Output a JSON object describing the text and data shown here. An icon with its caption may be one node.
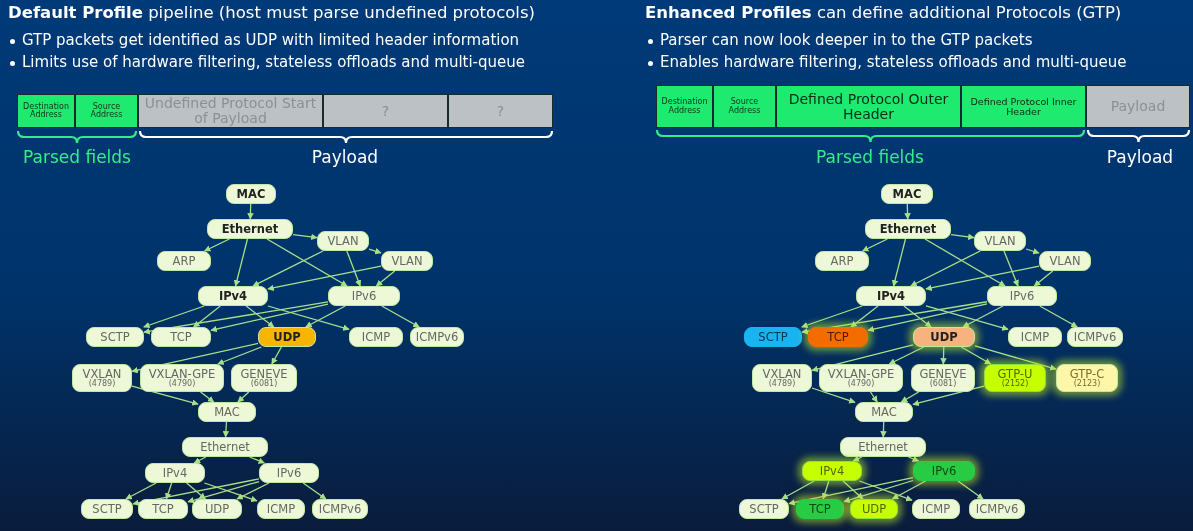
{
  "diagram": {
    "nodes": [
      {
        "text": [
          "Destination Address"
        ]
      },
      {
        "text": [
          "Source Address"
        ]
      },
      {
        "text": [
          "Undefined Protocol Start of Payload"
        ]
      },
      {
        "text": [
          "?"
        ]
      },
      {
        "text": [
          "?"
        ]
      },
      {
        "text": [
          "Destination Address"
        ]
      },
      {
        "text": [
          "Source Address"
        ]
      },
      {
        "text": [
          "Defined Protocol Outer Header"
        ]
      },
      {
        "text": [
          "Defined Protocol Inner Header"
        ]
      },
      {
        "text": [
          "Payload"
        ]
      },
      {
        "text": [
          "MAC"
        ]
      },
      {
        "text": [
          "Ethernet"
        ]
      },
      {
        "text": [
          "VLAN"
        ]
      },
      {
        "text": [
          "ARP"
        ]
      },
      {
        "text": [
          "VLAN"
        ]
      },
      {
        "text": [
          "IPv4"
        ]
      },
      {
        "text": [
          "IPv6"
        ]
      },
      {
        "text": [
          "SCTP"
        ]
      },
      {
        "text": [
          "TCP"
        ]
      },
      {
        "text": [
          "UDP"
        ]
      },
      {
        "text": [
          "ICMP"
        ]
      },
      {
        "text": [
          "ICMPv6"
        ]
      },
      {
        "text": [
          "VXLAN",
          "(4789)"
        ]
      },
      {
        "text": [
          "VXLAN-GPE",
          "(4790)"
        ]
      },
      {
        "text": [
          "GENEVE",
          "(6081)"
        ]
      },
      {
        "text": [
          "MAC"
        ]
      },
      {
        "text": [
          "Ethernet"
        ]
      },
      {
        "text": [
          "IPv4"
        ]
      },
      {
        "text": [
          "IPv6"
        ]
      },
      {
        "text": [
          "SCTP"
        ]
      },
      {
        "text": [
          "TCP"
        ]
      },
      {
        "text": [
          "UDP"
        ]
      },
      {
        "text": [
          "ICMP"
        ]
      },
      {
        "text": [
          "ICMPv6"
        ]
      },
      {
        "text": [
          "MAC"
        ]
      },
      {
        "text": [
          "Ethernet"
        ]
      },
      {
        "text": [
          "VLAN"
        ]
      },
      {
        "text": [
          "ARP"
        ]
      },
      {
        "text": [
          "VLAN"
        ]
      },
      {
        "text": [
          "IPv4"
        ]
      },
      {
        "text": [
          "IPv6"
        ]
      },
      {
        "text": [
          "SCTP"
        ]
      },
      {
        "text": [
          "TCP"
        ]
      },
      {
        "text": [
          "UDP"
        ]
      },
      {
        "text": [
          "ICMP"
        ]
      },
      {
        "text": [
          "ICMPv6"
        ]
      },
      {
        "text": [
          "VXLAN",
          "(4789)"
        ]
      },
      {
        "text": [
          "VXLAN-GPE",
          "(4790)"
        ]
      },
      {
        "text": [
          "GENEVE",
          "(6081)"
        ]
      },
      {
        "text": [
          "GTP-U",
          "(2152)"
        ]
      },
      {
        "text": [
          "GTP-C",
          "(2123)"
        ]
      },
      {
        "text": [
          "MAC"
        ]
      },
      {
        "text": [
          "Ethernet"
        ]
      },
      {
        "text": [
          "IPv4"
        ]
      },
      {
        "text": [
          "IPv6"
        ]
      },
      {
        "text": [
          "SCTP"
        ]
      },
      {
        "text": [
          "TCP"
        ]
      },
      {
        "text": [
          "UDP"
        ]
      },
      {
        "text": [
          "ICMP"
        ]
      },
      {
        "text": [
          "ICMPv6"
        ]
      }
    ],
    "edges": [
      {
        "from": 10,
        "to": 11,
        "arrow": "to"
      },
      {
        "from": 11,
        "to": 12,
        "arrow": "to"
      },
      {
        "from": 11,
        "to": 13,
        "arrow": "to"
      },
      {
        "from": 11,
        "to": 15,
        "arrow": "to"
      },
      {
        "from": 11,
        "to": 16,
        "arrow": "to"
      },
      {
        "from": 12,
        "to": 14,
        "arrow": "to"
      },
      {
        "from": 12,
        "to": 15,
        "arrow": "to"
      },
      {
        "from": 12,
        "to": 16,
        "arrow": "to"
      },
      {
        "from": 14,
        "to": 15,
        "arrow": "to"
      },
      {
        "from": 14,
        "to": 16,
        "arrow": "to"
      },
      {
        "from": 15,
        "to": 17,
        "arrow": "to"
      },
      {
        "from": 15,
        "to": 18,
        "arrow": "to"
      },
      {
        "from": 15,
        "to": 19,
        "arrow": "to"
      },
      {
        "from": 15,
        "to": 20,
        "arrow": "to"
      },
      {
        "from": 16,
        "to": 17,
        "arrow": "to"
      },
      {
        "from": 16,
        "to": 18,
        "arrow": "to"
      },
      {
        "from": 16,
        "to": 19,
        "arrow": "to"
      },
      {
        "from": 16,
        "to": 21,
        "arrow": "to"
      },
      {
        "from": 19,
        "to": 22,
        "arrow": "to"
      },
      {
        "from": 19,
        "to": 23,
        "arrow": "to"
      },
      {
        "from": 19,
        "to": 24,
        "arrow": "to"
      },
      {
        "from": 22,
        "to": 25,
        "arrow": "to"
      },
      {
        "from": 23,
        "to": 25,
        "arrow": "to"
      },
      {
        "from": 24,
        "to": 25,
        "arrow": "to"
      },
      {
        "from": 25,
        "to": 26,
        "arrow": "to"
      },
      {
        "from": 26,
        "to": 27,
        "arrow": "to"
      },
      {
        "from": 26,
        "to": 28,
        "arrow": "to"
      },
      {
        "from": 27,
        "to": 29,
        "arrow": "to"
      },
      {
        "from": 27,
        "to": 30,
        "arrow": "to"
      },
      {
        "from": 27,
        "to": 31,
        "arrow": "to"
      },
      {
        "from": 27,
        "to": 32,
        "arrow": "to"
      },
      {
        "from": 28,
        "to": 29,
        "arrow": "to"
      },
      {
        "from": 28,
        "to": 30,
        "arrow": "to"
      },
      {
        "from": 28,
        "to": 31,
        "arrow": "to"
      },
      {
        "from": 28,
        "to": 33,
        "arrow": "to"
      },
      {
        "from": 34,
        "to": 35,
        "arrow": "to"
      },
      {
        "from": 35,
        "to": 36,
        "arrow": "to"
      },
      {
        "from": 35,
        "to": 37,
        "arrow": "to"
      },
      {
        "from": 35,
        "to": 39,
        "arrow": "to"
      },
      {
        "from": 35,
        "to": 40,
        "arrow": "to"
      },
      {
        "from": 36,
        "to": 38,
        "arrow": "to"
      },
      {
        "from": 36,
        "to": 39,
        "arrow": "to"
      },
      {
        "from": 36,
        "to": 40,
        "arrow": "to"
      },
      {
        "from": 38,
        "to": 39,
        "arrow": "to"
      },
      {
        "from": 38,
        "to": 40,
        "arrow": "to"
      },
      {
        "from": 39,
        "to": 41,
        "arrow": "to"
      },
      {
        "from": 39,
        "to": 42,
        "arrow": "to"
      },
      {
        "from": 39,
        "to": 43,
        "arrow": "to"
      },
      {
        "from": 39,
        "to": 44,
        "arrow": "to"
      },
      {
        "from": 40,
        "to": 41,
        "arrow": "to"
      },
      {
        "from": 40,
        "to": 42,
        "arrow": "to"
      },
      {
        "from": 40,
        "to": 43,
        "arrow": "to"
      },
      {
        "from": 40,
        "to": 45,
        "arrow": "to"
      },
      {
        "from": 43,
        "to": 46,
        "arrow": "to"
      },
      {
        "from": 43,
        "to": 47,
        "arrow": "to"
      },
      {
        "from": 43,
        "to": 48,
        "arrow": "to"
      },
      {
        "from": 43,
        "to": 49,
        "arrow": "to"
      },
      {
        "from": 43,
        "to": 50,
        "arrow": "to"
      },
      {
        "from": 46,
        "to": 51,
        "arrow": "to"
      },
      {
        "from": 47,
        "to": 51,
        "arrow": "to"
      },
      {
        "from": 48,
        "to": 51,
        "arrow": "to"
      },
      {
        "from": 49,
        "to": 51,
        "arrow": "to"
      },
      {
        "from": 51,
        "to": 52,
        "arrow": "to"
      },
      {
        "from": 52,
        "to": 53,
        "arrow": "to"
      },
      {
        "from": 52,
        "to": 54,
        "arrow": "to"
      },
      {
        "from": 53,
        "to": 55,
        "arrow": "to"
      },
      {
        "from": 53,
        "to": 56,
        "arrow": "to"
      },
      {
        "from": 53,
        "to": 57,
        "arrow": "to"
      },
      {
        "from": 53,
        "to": 58,
        "arrow": "to"
      },
      {
        "from": 54,
        "to": 55,
        "arrow": "to"
      },
      {
        "from": 54,
        "to": 56,
        "arrow": "to"
      },
      {
        "from": 54,
        "to": 57,
        "arrow": "to"
      },
      {
        "from": 54,
        "to": 59,
        "arrow": "to"
      }
    ],
    "labels": [
      "**Default Profile** pipeline (host must parse undefined protocols)",
      "GTP packets get identified as UDP with limited header information",
      "Limits use of hardware filtering, stateless offloads and multi-queue",
      "Parsed fields",
      "Payload",
      "**Enhanced Profiles** can define additional Protocols (GTP)",
      "Parser can now look deeper in to the GTP packets",
      "Enables hardware filtering, stateless offloads and multi-queue",
      "Parsed fields",
      "Payload"
    ]
  }
}
